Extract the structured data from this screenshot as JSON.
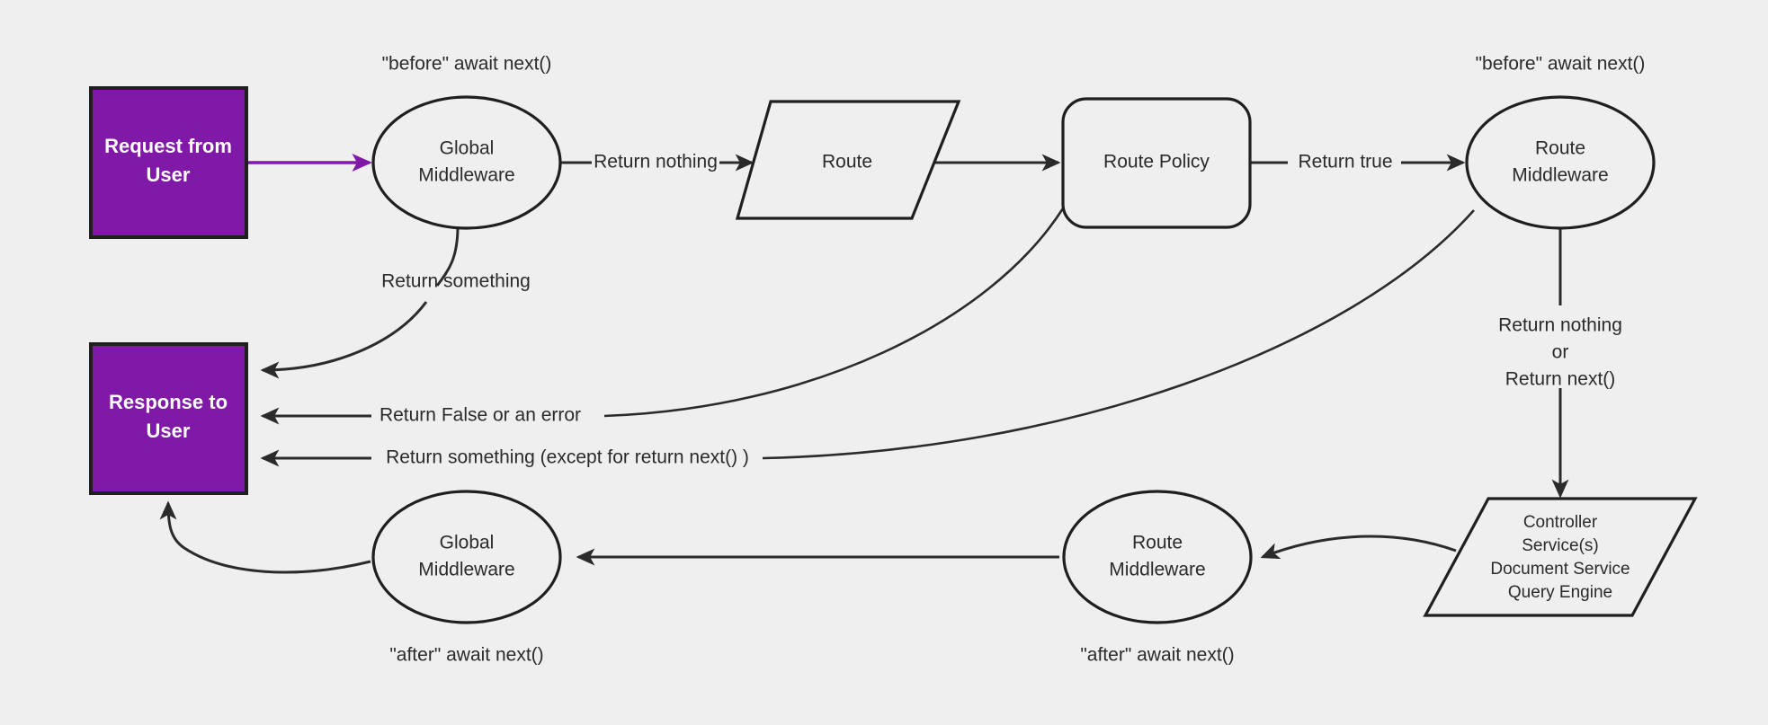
{
  "diagram": {
    "background_color": "#efefef",
    "accent_color": "#8019a8",
    "line_color": "#2b2b2b",
    "nodes": {
      "request": {
        "line1": "Request from",
        "line2": "User",
        "shape": "rectangle"
      },
      "response": {
        "line1": "Response to",
        "line2": "User",
        "shape": "rectangle"
      },
      "global_middleware_in": {
        "line1": "Global",
        "line2": "Middleware",
        "shape": "ellipse"
      },
      "route": {
        "line1": "Route",
        "shape": "parallelogram"
      },
      "route_policy": {
        "line1": "Route Policy",
        "shape": "rounded-rectangle"
      },
      "route_middleware_in": {
        "line1": "Route",
        "line2": "Middleware",
        "shape": "ellipse"
      },
      "handler": {
        "line1": "Controller",
        "line2": "Service(s)",
        "line3": "Document Service",
        "line4": "Query Engine",
        "shape": "parallelogram"
      },
      "route_middleware_out": {
        "line1": "Route",
        "line2": "Middleware",
        "shape": "ellipse"
      },
      "global_middleware_out": {
        "line1": "Global",
        "line2": "Middleware",
        "shape": "ellipse"
      }
    },
    "annotations": {
      "before_global": "\"before\" await next()",
      "before_route": "\"before\" await next()",
      "after_global": "\"after\" await next()",
      "after_route": "\"after\" await next()"
    },
    "edge_labels": {
      "global_return_something": "Return something",
      "global_return_nothing": "Return nothing",
      "policy_return_true": "Return true",
      "policy_return_false": "Return False or an error",
      "route_mw_return_something": "Return something (except for return next() )",
      "route_mw_pass_line1": "Return nothing",
      "route_mw_pass_line2": "or",
      "route_mw_pass_line3": "Return next()"
    }
  }
}
